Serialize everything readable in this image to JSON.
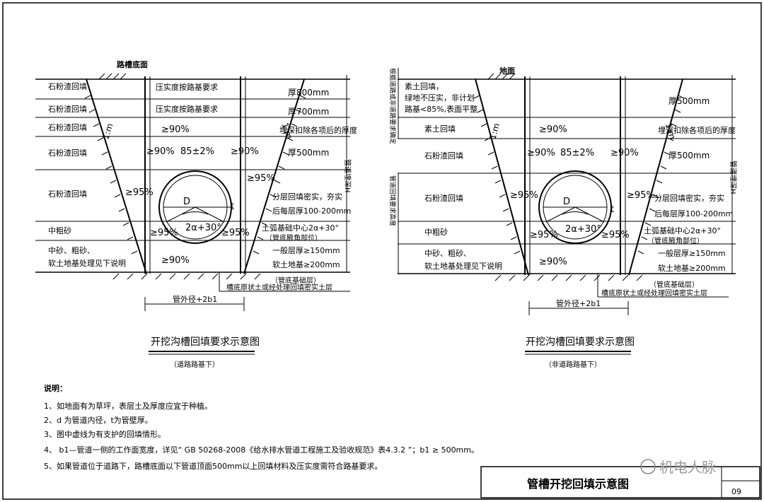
{
  "left": {
    "ground_label": "路槽底面",
    "layers": [
      "石粉渣回填",
      "石粉渣回填",
      "石粉渣回填",
      "石粉渣回填",
      "石粉渣回填",
      "中粗砂",
      "中砂、粗砂、",
      "软土地基处理见下说明"
    ],
    "compaction_roadbed": "压实度按路基要求",
    "values": {
      "top": "≥90%",
      "side_left": "≥90%",
      "mid": "85±2%",
      "side_right": "≥90%",
      "sl2": "≥95%",
      "sr2": "≥95%",
      "haunch_left": "≥95%",
      "haunch_right": "≥95%",
      "bottom": "≥90%"
    },
    "slope": "1:m",
    "thickness": [
      "厚800mm",
      "厚700mm",
      "埋深扣除各项后的厚度",
      "厚500mm"
    ],
    "notes_right": [
      "分层回填密实，夯实",
      "后每层厚100-200mm",
      "土弧基础中心2α+30°",
      "（管底腋角部位）",
      "一般层厚≥150mm",
      "软土地基≥200mm",
      "（管底基础层）"
    ],
    "pipe_D": "D",
    "pipe_t": "t",
    "angle": "2α+30°",
    "depth_label": "管道埋深H",
    "bottom_label": "槽底原状土或经处理回填密实土层",
    "width_label": "管外径+2b1",
    "title": "开挖沟槽回填要求示意图",
    "subtitle": "（道路路基下）"
  },
  "right": {
    "ground_label": "地面",
    "layers": [
      "素土回填，",
      "绿地不压实，非计划",
      "路基<85%,表面平整",
      "素土回填",
      "石粉渣回填",
      "石粉渣回填",
      "中粗砂",
      "中砂、粗砂、",
      "软土地基处理见下说明"
    ],
    "values": {
      "top": "≥90%",
      "side_left": "≥90%",
      "mid": "85±2%",
      "side_right": "≥90%",
      "sl2": "≥95%",
      "sr2": "≥95%",
      "haunch_left": "≥95%",
      "haunch_right": "≥95%",
      "bottom": "≥90%"
    },
    "slope": "1:m",
    "thickness": [
      "厚500mm",
      "埋深扣除各项后的厚度",
      "厚500mm"
    ],
    "notes_right": [
      "分层回填密实，夯实",
      "后每层厚100-200mm",
      "土弧基础中心2α+30°",
      "（管底腋角部位）",
      "一般层厚≥150mm",
      "软土地基≥200mm",
      "（管底基础层）"
    ],
    "vert_label_top": "根据道路或非道路要求确定",
    "vert_label_bottom": "管道回填要求高度",
    "pipe_D": "D",
    "pipe_t": "t",
    "angle": "2α+30°",
    "depth_label": "管道埋深H",
    "bottom_label": "槽底原状土或经处理回填密实土层",
    "width_label": "管外径+2b1",
    "title": "开挖沟槽回填要求示意图",
    "subtitle": "（非道路路基下）"
  },
  "notes": {
    "heading": "说明：",
    "items": [
      "1、如地面有为草坪，表层土及厚度应宜于种植。",
      "2、d 为管道内径，t为管壁厚。",
      "3、图中虚线为有支护的回填情形。",
      "4、 b1—管道一侧的工作面宽度，详见“ GB 50268-2008《给水排水管道工程施工及验收规范》表4.3.2 ”；b1 ≥ 500mm。",
      "5、如果管道位于道路下，路槽底面以下管道顶面500mm以上回填材料及压实度需符合路基要求。"
    ]
  },
  "title_block": {
    "title": "管槽开挖回填示意图",
    "page": "09",
    "watermark": "机电人脉"
  }
}
